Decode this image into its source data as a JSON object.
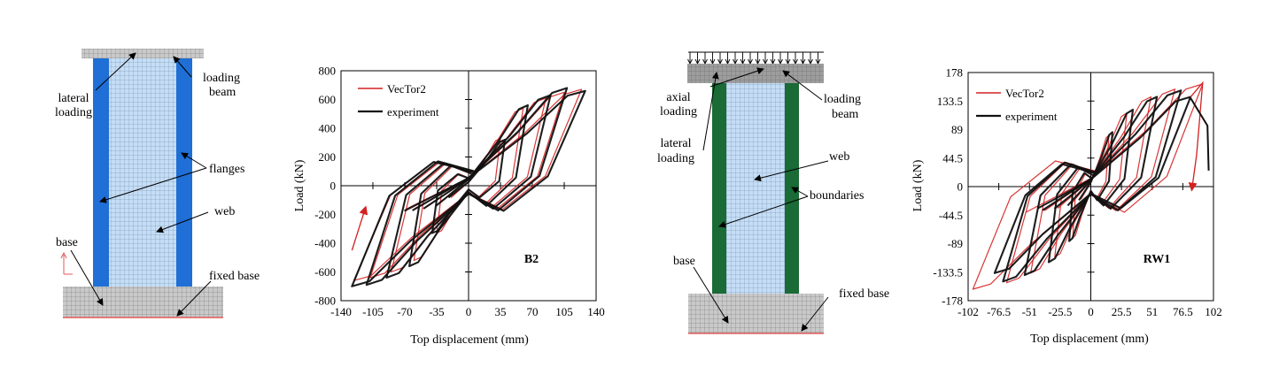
{
  "wall_b2": {
    "labels": {
      "lateral_loading_1": "lateral",
      "lateral_loading_2": "loading",
      "loading_beam_1": "loading",
      "loading_beam_2": "beam",
      "flanges": "flanges",
      "web": "web",
      "base": "base",
      "fixed_base": "fixed base"
    },
    "colors": {
      "flange": "#1f6fd6",
      "web": "#c5ddf5",
      "mesh_grey": "#b8b8b8"
    }
  },
  "wall_rw1": {
    "labels": {
      "axial_loading_1": "axial",
      "axial_loading_2": "loading",
      "loading_beam_1": "loading",
      "loading_beam_2": "beam",
      "lateral_loading_1": "lateral",
      "lateral_loading_2": "loading",
      "web": "web",
      "boundaries": "boundaries",
      "base": "base",
      "fixed_base": "fixed base"
    },
    "colors": {
      "boundary": "#1a6b35",
      "web": "#c5ddf5",
      "mesh_grey": "#b8b8b8"
    }
  },
  "chart_data": [
    {
      "type": "line",
      "title": "B2",
      "xlabel": "Top displacement (mm)",
      "ylabel": "Load (kN)",
      "xlim": [
        -140,
        140
      ],
      "ylim": [
        -800,
        800
      ],
      "x_ticks": [
        "-140",
        "-105",
        "-70",
        "-35",
        "0",
        "35",
        "70",
        "105",
        "140"
      ],
      "y_ticks": [
        "800",
        "600",
        "400",
        "200",
        "0",
        "-200",
        "-400",
        "-600",
        "-800"
      ],
      "legend_position": "top-left",
      "series": [
        {
          "name": "VecTor2",
          "color": "#d42020",
          "loops": [
            {
              "dmax": 35,
              "fmax": 330,
              "dmin": -35,
              "fmin": -330
            },
            {
              "dmax": 60,
              "fmax": 540,
              "dmin": -60,
              "fmin": -520
            },
            {
              "dmax": 85,
              "fmax": 610,
              "dmin": -85,
              "fmin": -600
            },
            {
              "dmax": 105,
              "fmax": 650,
              "dmin": -108,
              "fmin": -640
            },
            {
              "dmax": 124,
              "fmax": 670,
              "dmin": -126,
              "fmin": -660
            }
          ]
        },
        {
          "name": "experiment",
          "color": "#111111",
          "loops": [
            {
              "dmax": 40,
              "fmax": 320,
              "dmin": -40,
              "fmin": -330
            },
            {
              "dmax": 65,
              "fmax": 560,
              "dmin": -65,
              "fmin": -560
            },
            {
              "dmax": 90,
              "fmax": 630,
              "dmin": -90,
              "fmin": -640
            },
            {
              "dmax": 108,
              "fmax": 680,
              "dmin": -112,
              "fmin": -690
            },
            {
              "dmax": 128,
              "fmax": 660,
              "dmin": -128,
              "fmin": -700
            }
          ]
        }
      ]
    },
    {
      "type": "line",
      "title": "RW1",
      "xlabel": "Top displacement (mm)",
      "ylabel": "Load (kN)",
      "xlim": [
        -102,
        102
      ],
      "ylim": [
        -178,
        178
      ],
      "x_ticks": [
        "-102",
        "-76.5",
        "-51",
        "-25.5",
        "0",
        "25.5",
        "51",
        "76.5",
        "102"
      ],
      "y_ticks": [
        "178",
        "133.5",
        "89",
        "44.5",
        "0",
        "-44.5",
        "-89",
        "-133.5",
        "-178"
      ],
      "legend_position": "top-left",
      "series": [
        {
          "name": "VecTor2",
          "color": "#d42020",
          "loops": [
            {
              "dmax": 15,
              "fmax": 80,
              "dmin": -15,
              "fmin": -80
            },
            {
              "dmax": 30,
              "fmax": 115,
              "dmin": -30,
              "fmin": -110
            },
            {
              "dmax": 50,
              "fmax": 140,
              "dmin": -50,
              "fmin": -135
            },
            {
              "dmax": 70,
              "fmax": 152,
              "dmin": -70,
              "fmin": -150
            },
            {
              "dmax": 93,
              "fmax": 160,
              "dmin": -98,
              "fmin": -160
            }
          ]
        },
        {
          "name": "experiment",
          "color": "#111111",
          "loops": [
            {
              "dmax": 18,
              "fmax": 85,
              "dmin": -18,
              "fmin": -85
            },
            {
              "dmax": 35,
              "fmax": 120,
              "dmin": -35,
              "fmin": -118
            },
            {
              "dmax": 55,
              "fmax": 140,
              "dmin": -55,
              "fmin": -138
            },
            {
              "dmax": 75,
              "fmax": 150,
              "dmin": -73,
              "fmin": -148
            },
            {
              "dmax": 83,
              "fmax": 140,
              "dmin": -80,
              "fmin": -135
            }
          ]
        }
      ]
    }
  ]
}
